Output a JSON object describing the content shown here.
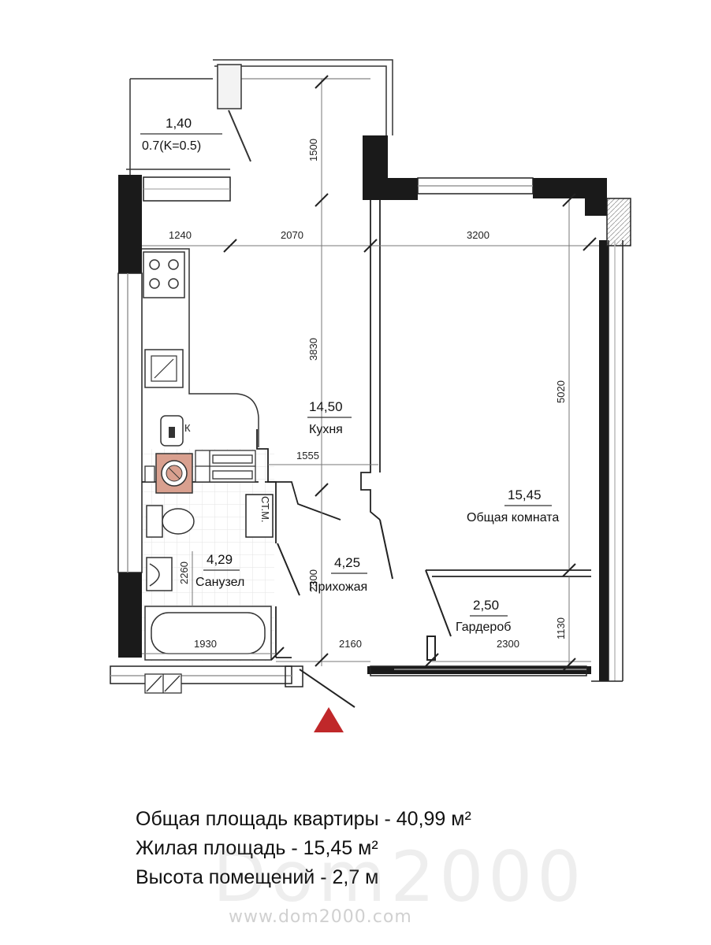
{
  "rooms": {
    "balcony": {
      "area": "1,40",
      "coef": "0.7(K=0.5)"
    },
    "kitchen": {
      "area": "14,50",
      "name": "Кухня"
    },
    "living": {
      "area": "15,45",
      "name": "Общая комната"
    },
    "bath": {
      "area": "4,29",
      "name": "Санузел"
    },
    "hall": {
      "area": "4,25",
      "name": "Прихожая"
    },
    "wardrobe": {
      "area": "2,50",
      "name": "Гардероб"
    }
  },
  "labels": {
    "stm": "СТ.М.",
    "k": "К"
  },
  "dimensions": {
    "d1500": "1500",
    "d1240": "1240",
    "d2070": "2070",
    "d3200": "3200",
    "d3830": "3830",
    "d5020": "5020",
    "d1555": "1555",
    "d2260": "2260",
    "d2300v": "2300",
    "d1930": "1930",
    "d2160": "2160",
    "d2300h": "2300",
    "d1130": "1130"
  },
  "summary": {
    "total": "Общая площадь квартиры -  40,99 м²",
    "living": "Жилая площадь - 15,45 м²",
    "height": "Высота помещений - 2,7 м"
  },
  "watermark": {
    "big": "Dom2000",
    "url": "www.dom2000.com"
  },
  "colors": {
    "entrance": "#c0282a",
    "stove_hl": "#d9a08f",
    "wall": "#1a1a1a",
    "tile": "#e3e3e3"
  }
}
